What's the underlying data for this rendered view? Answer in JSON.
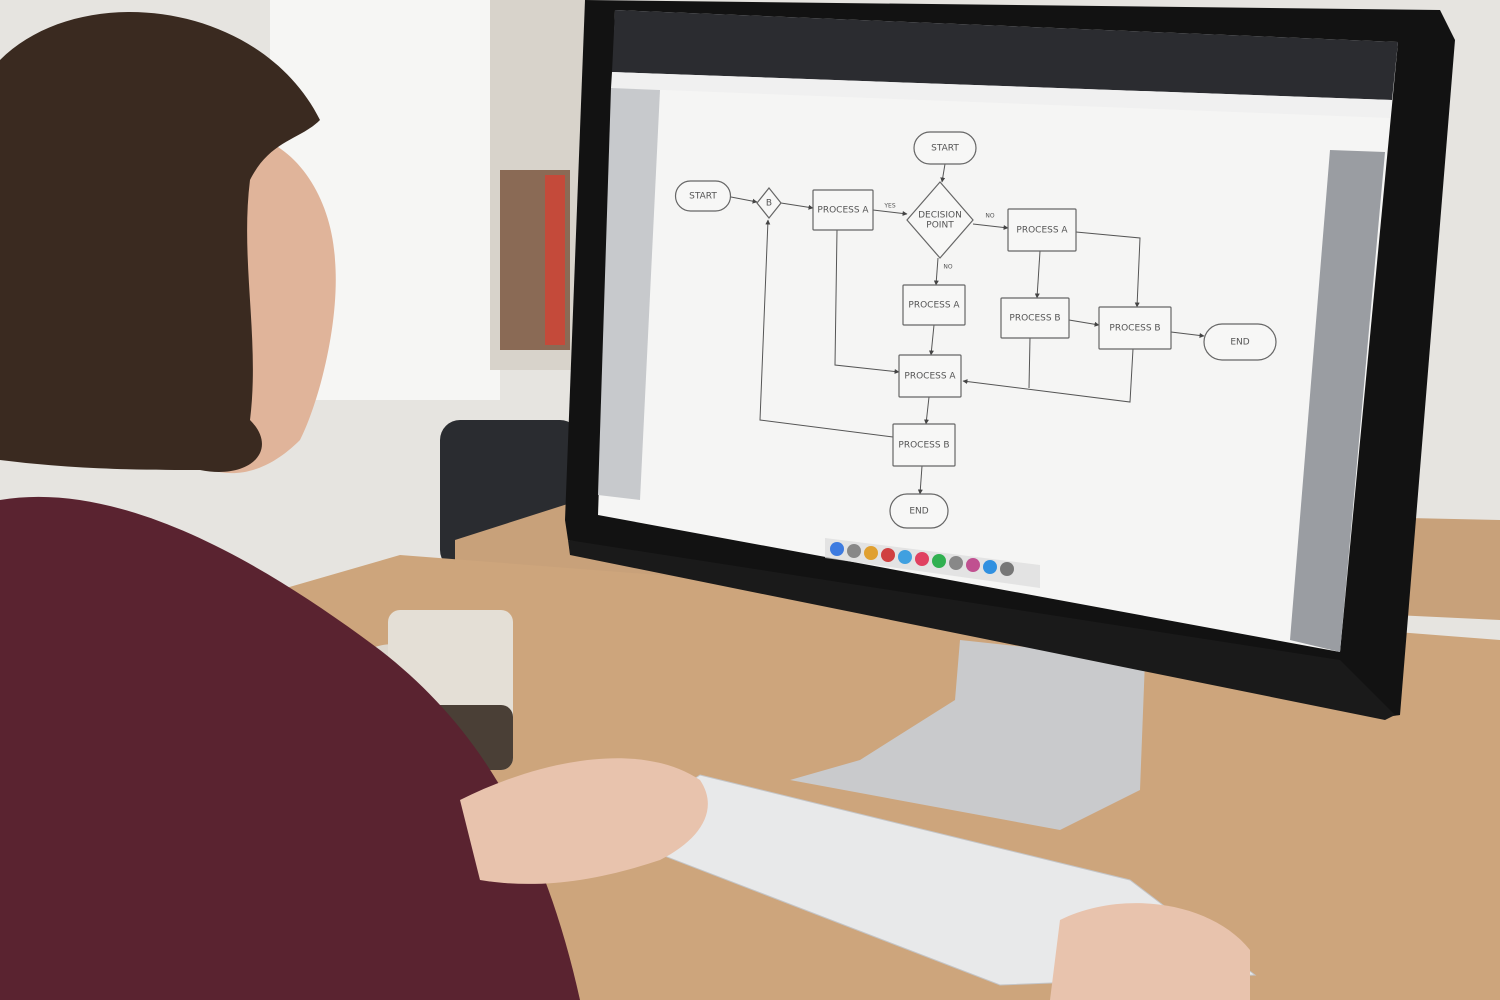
{
  "scene": {
    "description_colors": {
      "wall": "#e9e7e3",
      "desk": "#c9a27a",
      "shirt": "#5a2330",
      "hair": "#3a2a20",
      "screen": "#f7f7f6",
      "bezel": "#111111"
    }
  },
  "flowchart": {
    "nodes": {
      "start_top": "START",
      "start_left": "START",
      "merge": "B",
      "process_a_1": "PROCESS A",
      "decision": [
        "DECISION",
        "POINT"
      ],
      "process_a_2": "PROCESS A",
      "process_a_3": "PROCESS A",
      "process_b_1": "PROCESS B",
      "process_b_2": "PROCESS B",
      "end_right": "END",
      "process_a_4": "PROCESS A",
      "process_b_3": "PROCESS B",
      "end_bottom": "END"
    },
    "edge_labels": {
      "yes": "YES",
      "no_right": "NO",
      "no_down": "NO"
    }
  },
  "icons": [
    "apple-logo-icon",
    "dock-icons"
  ]
}
